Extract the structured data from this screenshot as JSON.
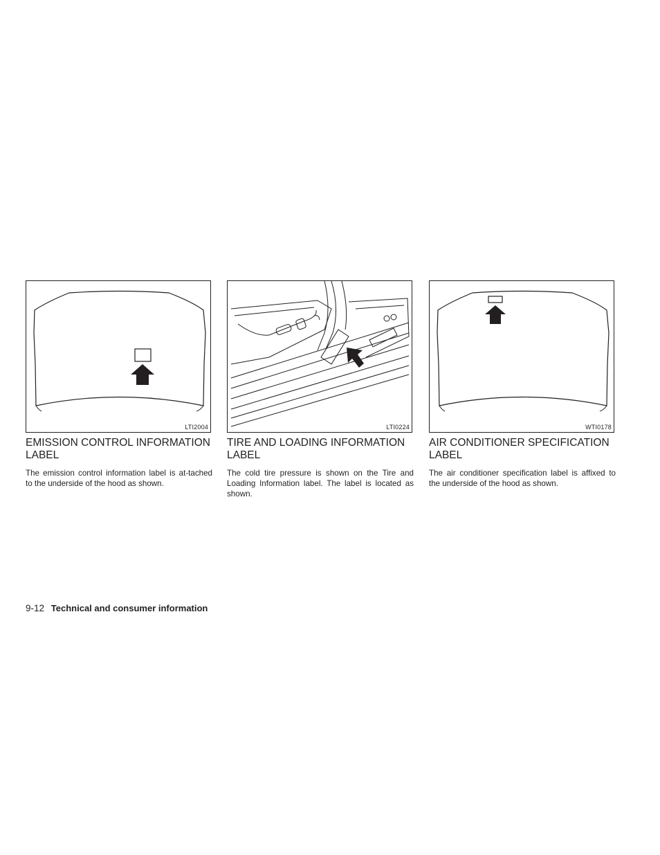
{
  "sections": [
    {
      "figure_code": "LTI2004",
      "heading": "EMISSION CONTROL INFORMATION LABEL",
      "body": "The emission control information label is at-tached to the underside of the hood as shown."
    },
    {
      "figure_code": "LTI0224",
      "heading": "TIRE AND LOADING INFORMATION LABEL",
      "body": "The cold tire pressure is shown on the Tire and Loading Information label. The label is located as shown."
    },
    {
      "figure_code": "WTI0178",
      "heading": "AIR CONDITIONER SPECIFICATION LABEL",
      "body": "The air conditioner specification label is affixed to the underside of the hood as shown."
    }
  ],
  "footer": {
    "page_number": "9-12",
    "section_title": "Technical and consumer information"
  }
}
